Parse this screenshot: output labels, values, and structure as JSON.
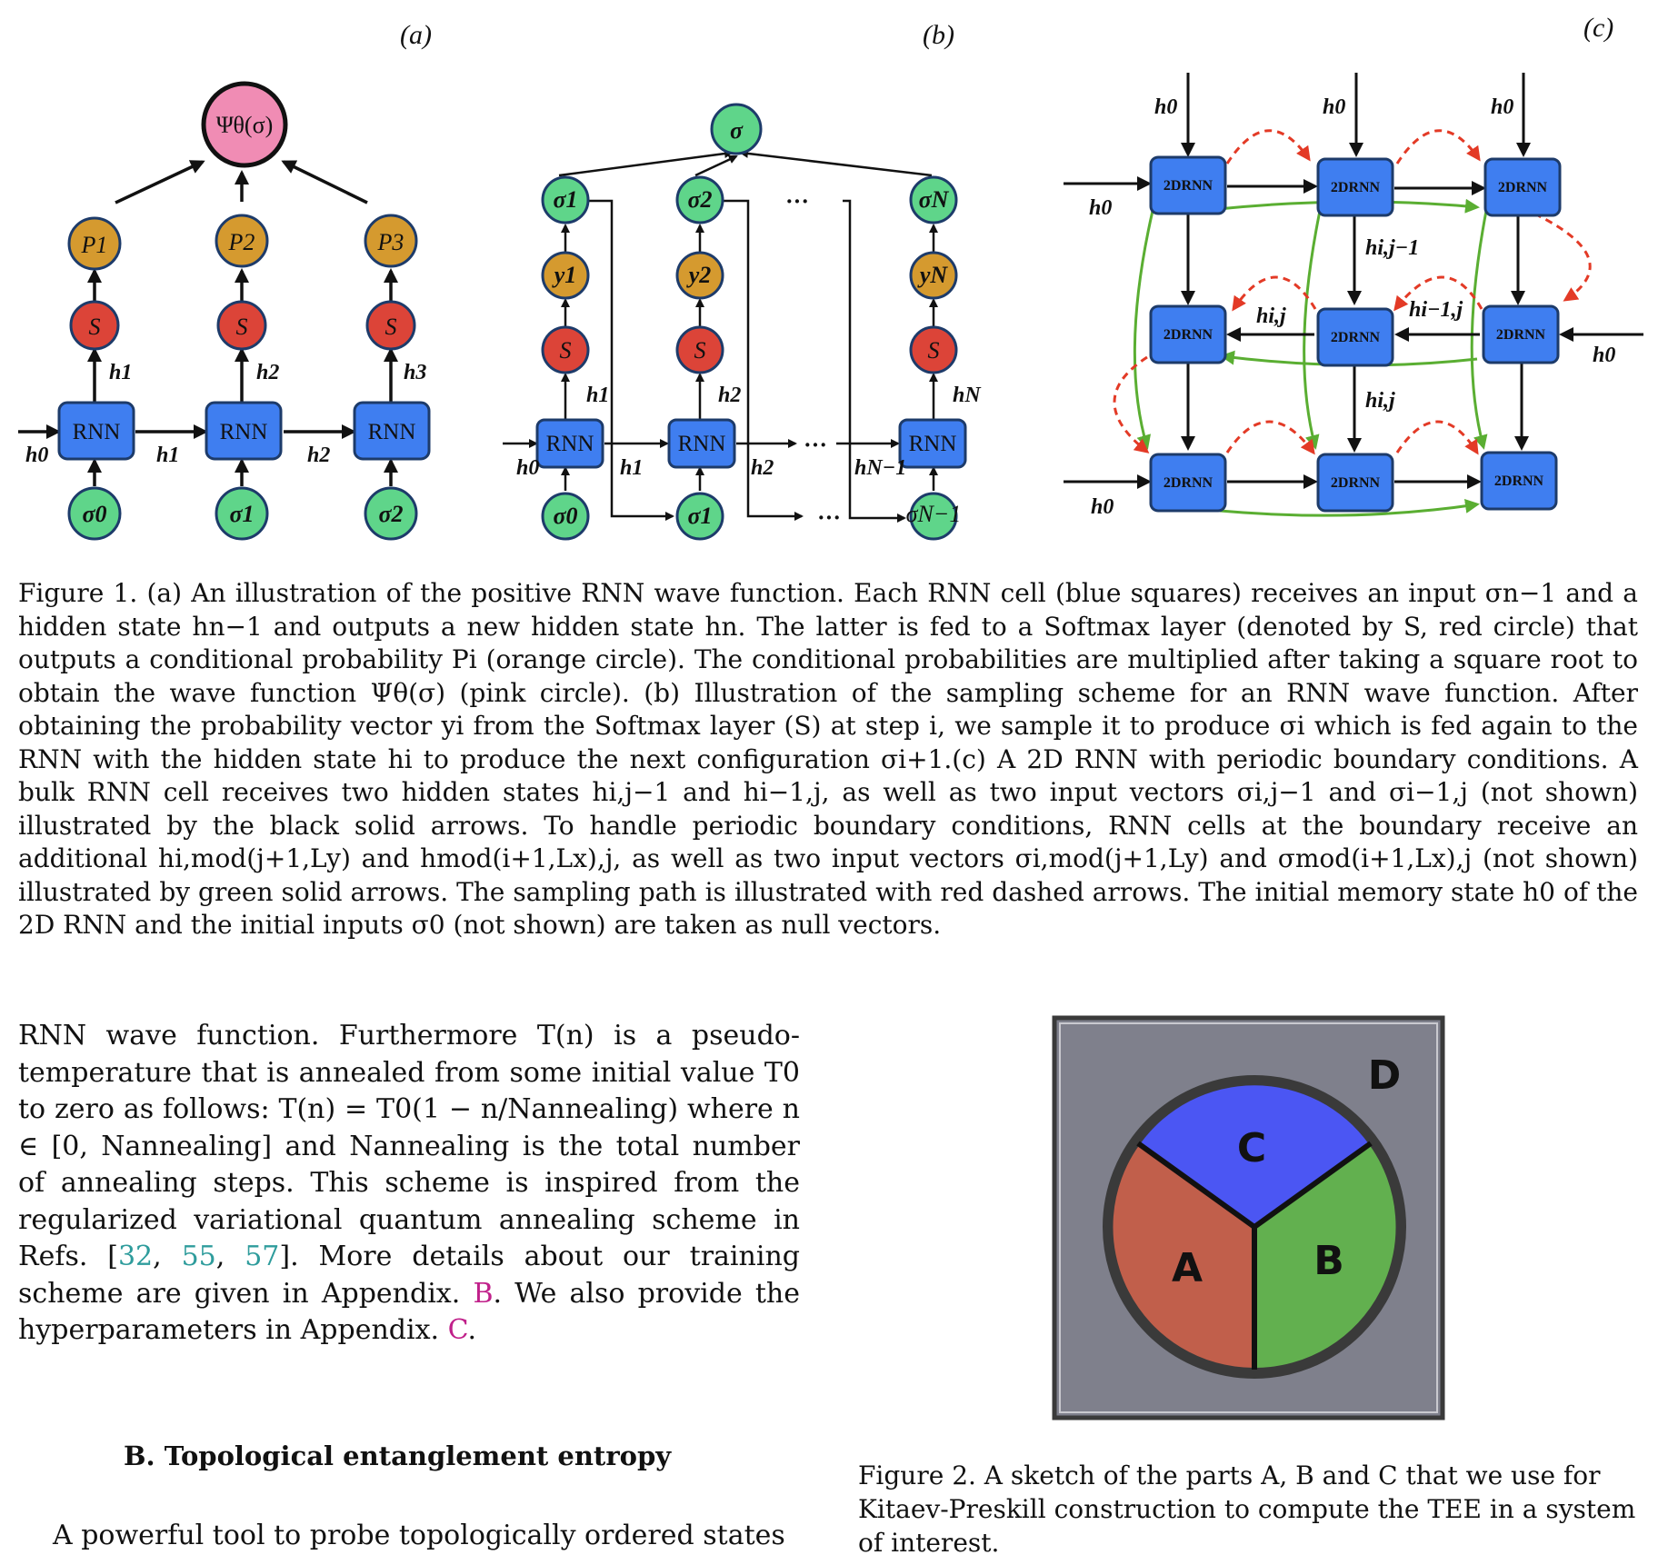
{
  "figure1": {
    "panel_labels": [
      "(a)",
      "(b)",
      "(c)"
    ],
    "panel_a": {
      "output_node": "Ψθ(σ)",
      "prob_nodes": [
        "P1",
        "P2",
        "P3"
      ],
      "softmax_label": "S",
      "rnn_label": "RNN",
      "input_nodes": [
        "σ0",
        "σ1",
        "σ2"
      ],
      "hidden_up": [
        "h1",
        "h2",
        "h3"
      ],
      "hidden_across": [
        "h0",
        "h1",
        "h2"
      ]
    },
    "panel_b": {
      "top_node": "σ",
      "output_nodes": [
        "σ1",
        "σ2",
        "σN"
      ],
      "y_nodes": [
        "y1",
        "y2",
        "yN"
      ],
      "softmax_label": "S",
      "rnn_label": "RNN",
      "input_nodes": [
        "σ0",
        "σ1",
        "σN−1"
      ],
      "hidden_up": [
        "h1",
        "h2",
        "hN"
      ],
      "hidden_across": [
        "h0",
        "h1",
        "h2",
        "hN−1"
      ],
      "ellipsis": "···"
    },
    "panel_c": {
      "cell_label": "2DRNN",
      "h0_label": "h0",
      "edge_labels": [
        "hi,j−1",
        "hi,j",
        "hi−1,j",
        "hi,j"
      ]
    },
    "caption": "Figure 1. (a) An illustration of the positive RNN wave function. Each RNN cell (blue squares) receives an input σn−1 and a hidden state hn−1 and outputs a new hidden state hn. The latter is fed to a Softmax layer (denoted by S, red circle) that outputs a conditional probability Pi (orange circle). The conditional probabilities are multiplied after taking a square root to obtain the wave function Ψθ(σ) (pink circle). (b) Illustration of the sampling scheme for an RNN wave function. After obtaining the probability vector yi from the Softmax layer (S) at step i, we sample it to produce σi which is fed again to the RNN with the hidden state hi to produce the next configuration σi+1.(c) A 2D RNN with periodic boundary conditions. A bulk RNN cell receives two hidden states hi,j−1 and hi−1,j, as well as two input vectors σi,j−1 and σi−1,j (not shown) illustrated by the black solid arrows. To handle periodic boundary conditions, RNN cells at the boundary receive an additional hi,mod(j+1,Ly) and hmod(i+1,Lx),j, as well as two input vectors σi,mod(j+1,Ly) and σmod(i+1,Lx),j (not shown) illustrated by green solid arrows. The sampling path is illustrated with red dashed arrows. The initial memory state h0 of the 2D RNN and the initial inputs σ0 (not shown) are taken as null vectors."
  },
  "body": {
    "paragraph_pre": "RNN wave function. Furthermore T(n) is a pseudo-temperature that is annealed from some initial value T0 to zero as follows: T(n) = T0(1 − n/Nannealing) where n ∈ [0, Nannealing] and Nannealing is the total number of annealing steps. This scheme is inspired from the regularized variational quantum annealing scheme in Refs. [",
    "cite1": "32",
    "cite2": "55",
    "cite3": "57",
    "paragraph_mid": "]. More details about our training scheme are given in Appendix. ",
    "appendix_b": "B",
    "paragraph_mid2": ". We also provide the hyperparameters in Appendix. ",
    "appendix_c": "C",
    "paragraph_end": ".",
    "section_heading": "B.     Topological entanglement entropy",
    "next_line": "A powerful tool to probe topologically ordered states"
  },
  "figure2": {
    "region_labels": [
      "A",
      "B",
      "C",
      "D"
    ],
    "colors": {
      "A": "#c15f4b",
      "B": "#62b04f",
      "C": "#4b56f3",
      "D": "#7f808c"
    },
    "caption": "Figure 2. A sketch of the parts A, B and C that we use for Kitaev-Preskill construction to compute the TEE in a system of interest."
  },
  "colors": {
    "rnn_blue": "#3f7ef0",
    "softmax_red": "#dc4438",
    "prob_orange": "#d59a2f",
    "input_green": "#5fd58a",
    "psi_pink": "#f08cb4",
    "periodic_green": "#5aae32",
    "sampling_red": "#e33a26",
    "cite_teal": "#2e9c9c",
    "appendix_magenta": "#c0208a"
  }
}
